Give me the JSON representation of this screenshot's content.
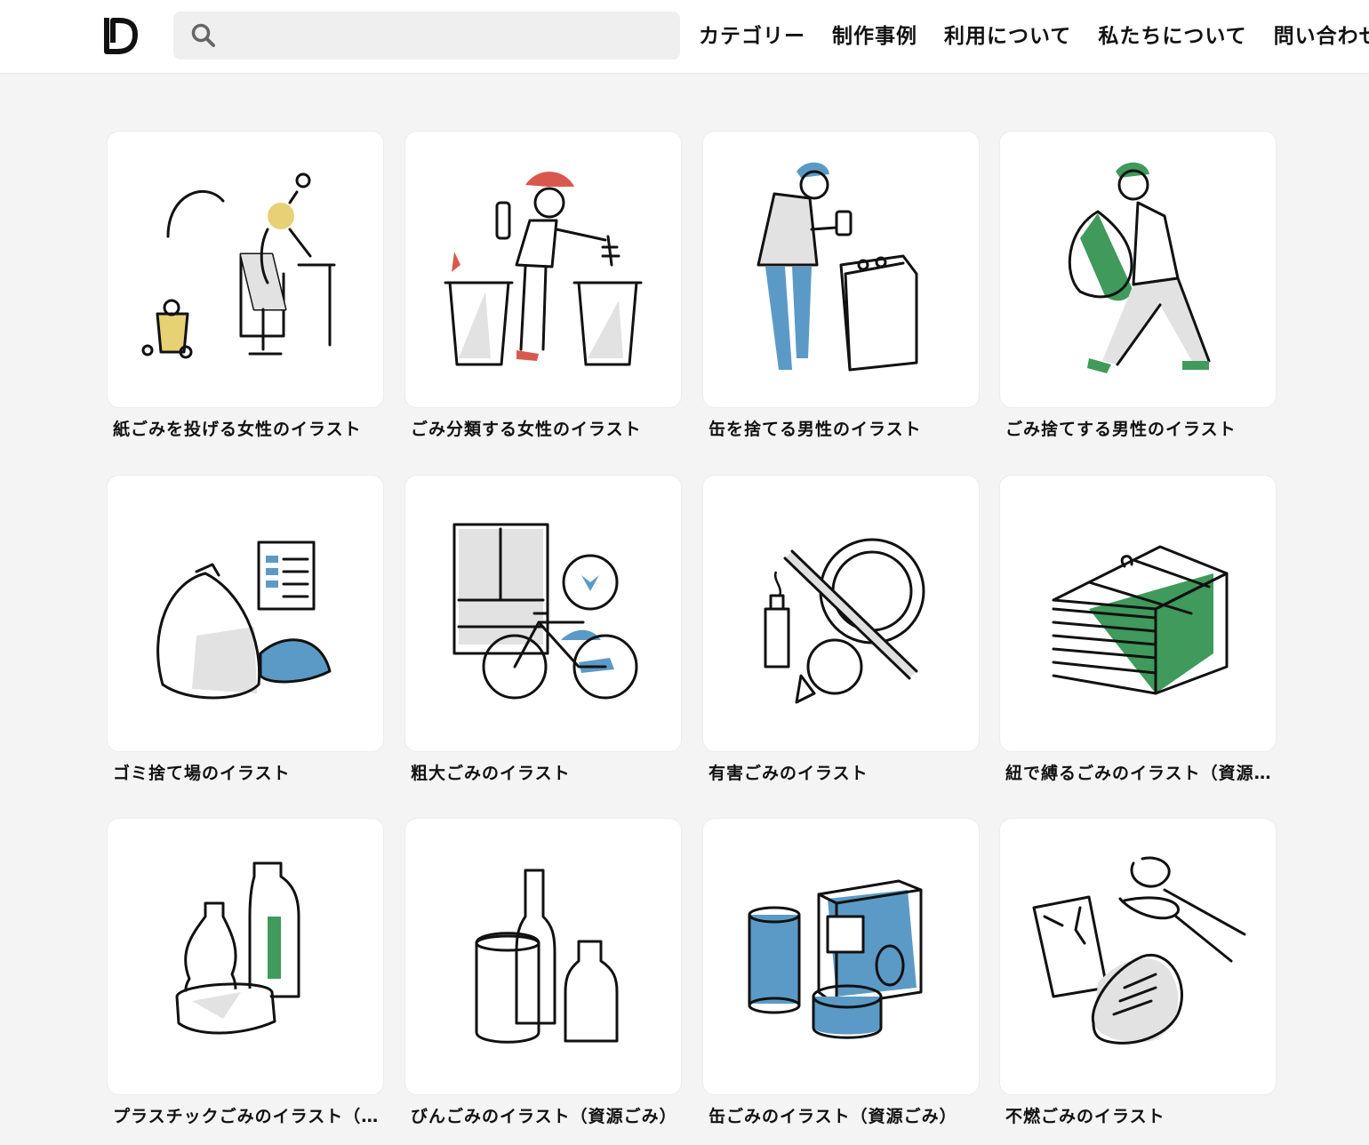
{
  "header": {
    "logo_icon": "D-logo-icon",
    "search": {
      "placeholder": "",
      "icon": "search-icon"
    },
    "nav": [
      "カテゴリー",
      "制作事例",
      "利用について",
      "私たちについて",
      "問い合わせ"
    ]
  },
  "cards": [
    {
      "title": "紙ごみを投げる女性のイラスト",
      "accent": "#e8d174"
    },
    {
      "title": "ごみ分類する女性のイラスト",
      "accent": "#d9584d"
    },
    {
      "title": "缶を捨てる男性のイラスト",
      "accent": "#5b9ac6"
    },
    {
      "title": "ごみ捨てする男性のイラスト",
      "accent": "#3f9a5c"
    },
    {
      "title": "ゴミ捨て場のイラスト",
      "accent": "#5b9ac6"
    },
    {
      "title": "粗大ごみのイラスト",
      "accent": "#5b9ac6"
    },
    {
      "title": "有害ごみのイラスト",
      "accent": "#e0e0e0"
    },
    {
      "title": "紐で縛るごみのイラスト（資源ごみ）",
      "accent": "#3f9a5c"
    },
    {
      "title": "プラスチックごみのイラスト（資源ごみ）",
      "accent": "#3f9a5c"
    },
    {
      "title": "びんごみのイラスト（資源ごみ）",
      "accent": "#e0e0e0"
    },
    {
      "title": "缶ごみのイラスト（資源ごみ）",
      "accent": "#5b9ac6"
    },
    {
      "title": "不燃ごみのイラスト",
      "accent": "#e0e0e0"
    }
  ]
}
